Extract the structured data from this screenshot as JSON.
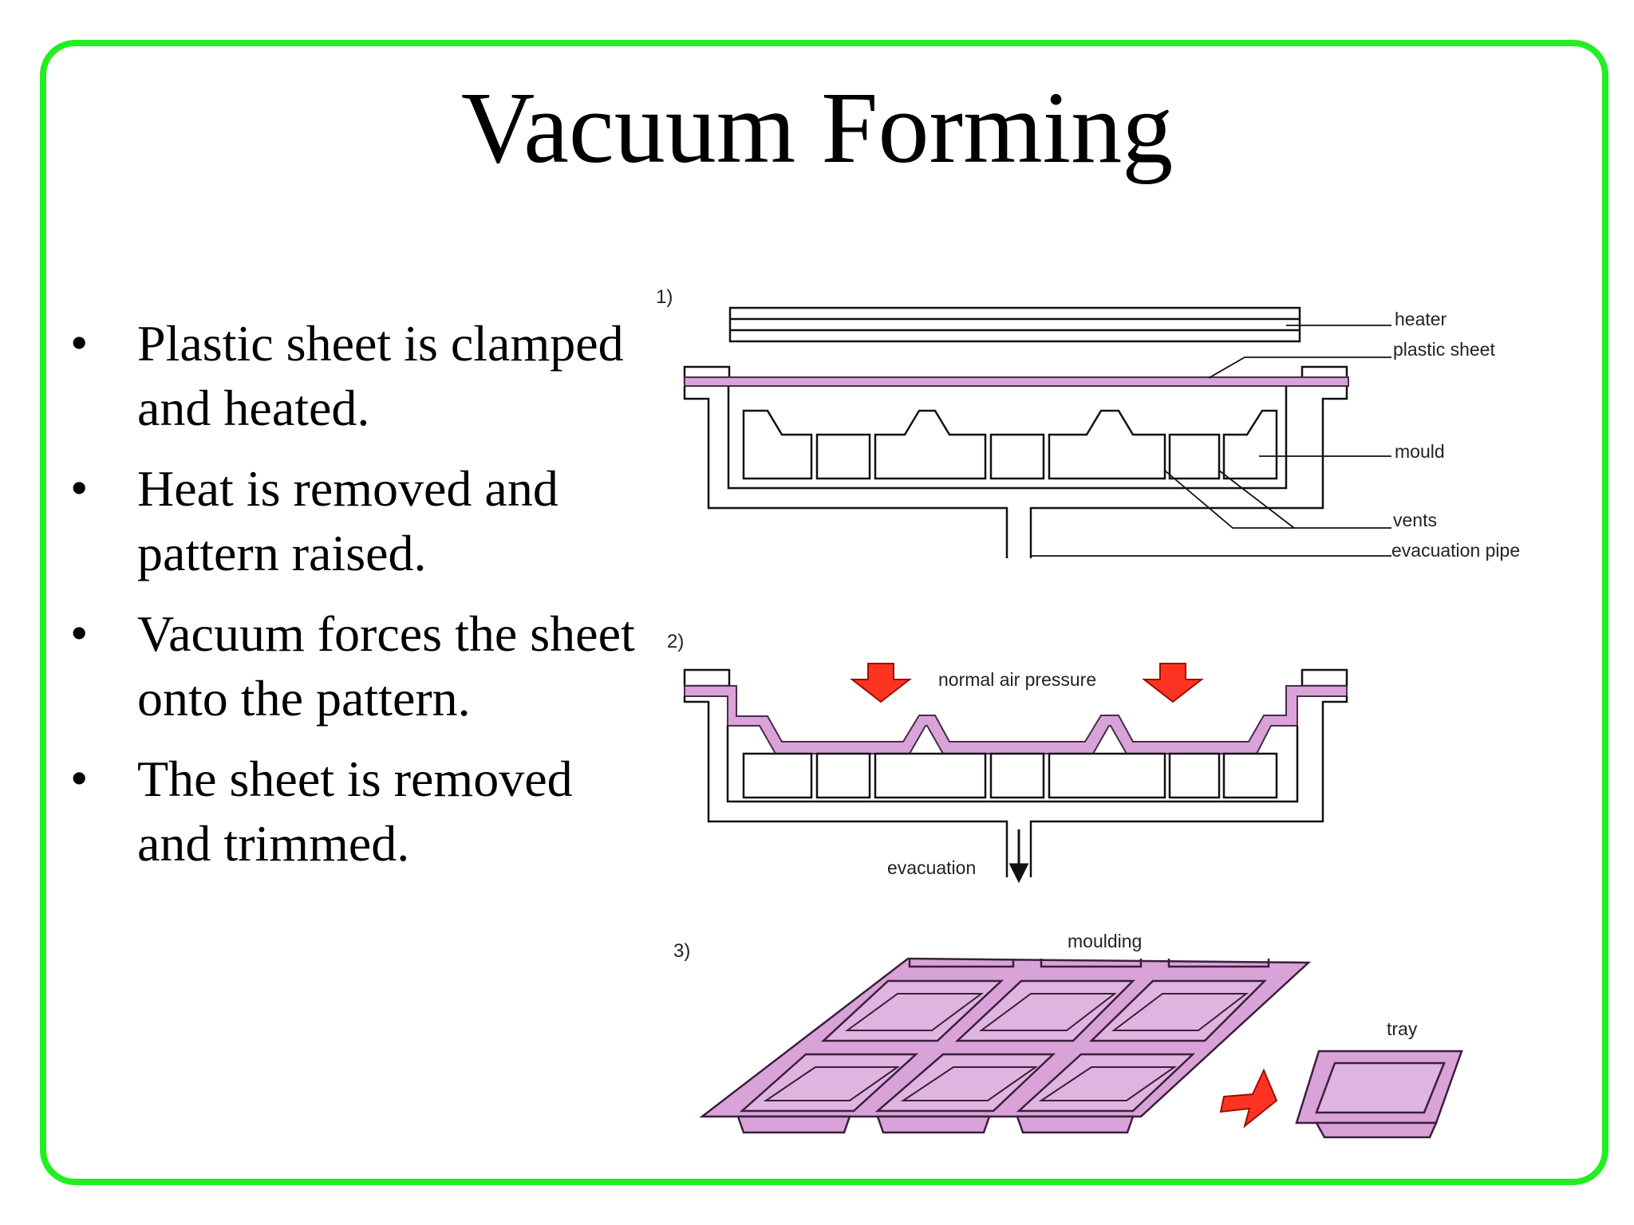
{
  "slide": {
    "title": "Vacuum Forming",
    "bullets": [
      "Plastic sheet is clamped and heated.",
      "Heat is removed and pattern raised.",
      "Vacuum forces the sheet onto the pattern.",
      "The sheet is removed and trimmed."
    ]
  },
  "diagram": {
    "step1": {
      "number": "1)",
      "labels": {
        "heater": "heater",
        "plastic_sheet": "plastic sheet",
        "mould": "mould",
        "vents": "vents",
        "evacuation_pipe": "evacuation pipe"
      }
    },
    "step2": {
      "number": "2)",
      "labels": {
        "pressure": "normal air pressure",
        "evacuation": "evacuation"
      }
    },
    "step3": {
      "number": "3)",
      "labels": {
        "moulding": "moulding",
        "tray": "tray"
      }
    }
  },
  "colors": {
    "frame": "#22ee22",
    "plastic": "#d9a3d9",
    "plastic_outline": "#4a2a4a",
    "arrow": "#ff3322",
    "line": "#111111"
  }
}
